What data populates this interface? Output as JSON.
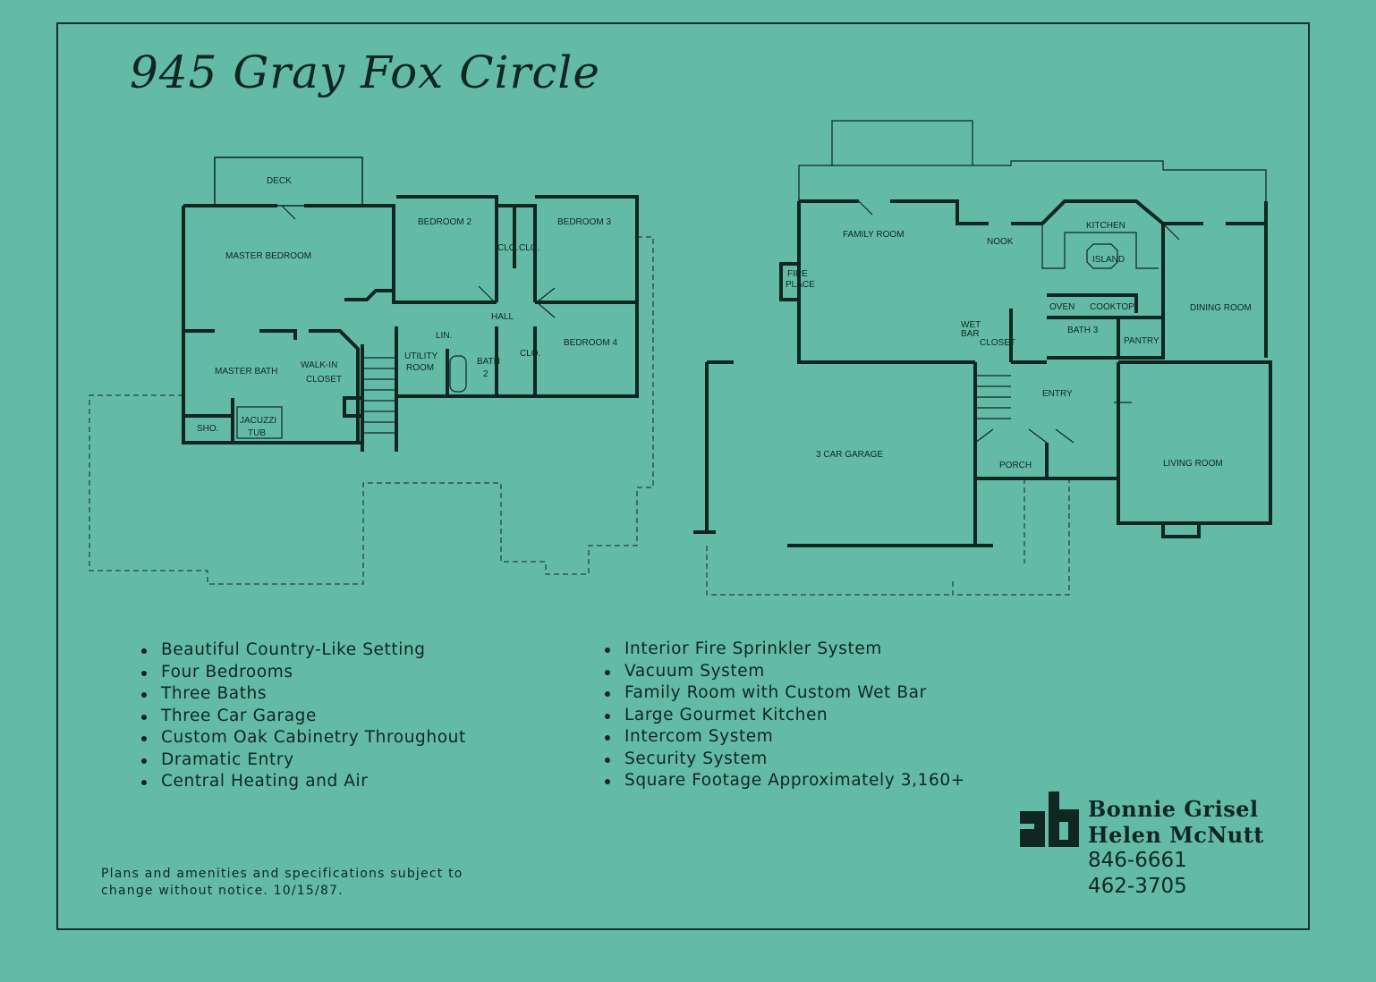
{
  "title": "945 Gray Fox Circle",
  "upper_floor": {
    "rooms": [
      "DECK",
      "MASTER BEDROOM",
      "BEDROOM 2",
      "BEDROOM 3",
      "BEDROOM 4",
      "CLO.",
      "CLO.",
      "HALL",
      "LIN.",
      "UTILITY",
      "ROOM",
      "BATH",
      "2",
      "CLO.",
      "MASTER BATH",
      "WALK-IN",
      "CLOSET",
      "SHO.",
      "JACUZZI",
      "TUB"
    ]
  },
  "main_floor": {
    "rooms": [
      "FAMILY ROOM",
      "NOOK",
      "KITCHEN",
      "ISLAND",
      "FIRE",
      "PLACE",
      "OVEN",
      "COOKTOP",
      "DINING ROOM",
      "WET",
      "BAR",
      "CLOSET",
      "BATH 3",
      "PANTRY",
      "ENTRY",
      "3 CAR GARAGE",
      "PORCH",
      "LIVING ROOM"
    ]
  },
  "features_left": [
    "Beautiful Country-Like Setting",
    "Four Bedrooms",
    "Three Baths",
    "Three Car Garage",
    "Custom Oak Cabinetry Throughout",
    "Dramatic Entry",
    "Central Heating and Air"
  ],
  "features_right": [
    "Interior Fire Sprinkler System",
    "Vacuum System",
    "Family Room with Custom Wet Bar",
    "Large Gourmet Kitchen",
    "Intercom System",
    "Security System",
    "Square Footage Approximately 3,160+"
  ],
  "disclaimer": "Plans and amenities and specifications subject to change without notice. 10/15/87.",
  "agents": {
    "logo_text": "ab",
    "names": [
      "Bonnie Grisel",
      "Helen McNutt"
    ],
    "phones": [
      "846-6661",
      "462-3705"
    ]
  }
}
